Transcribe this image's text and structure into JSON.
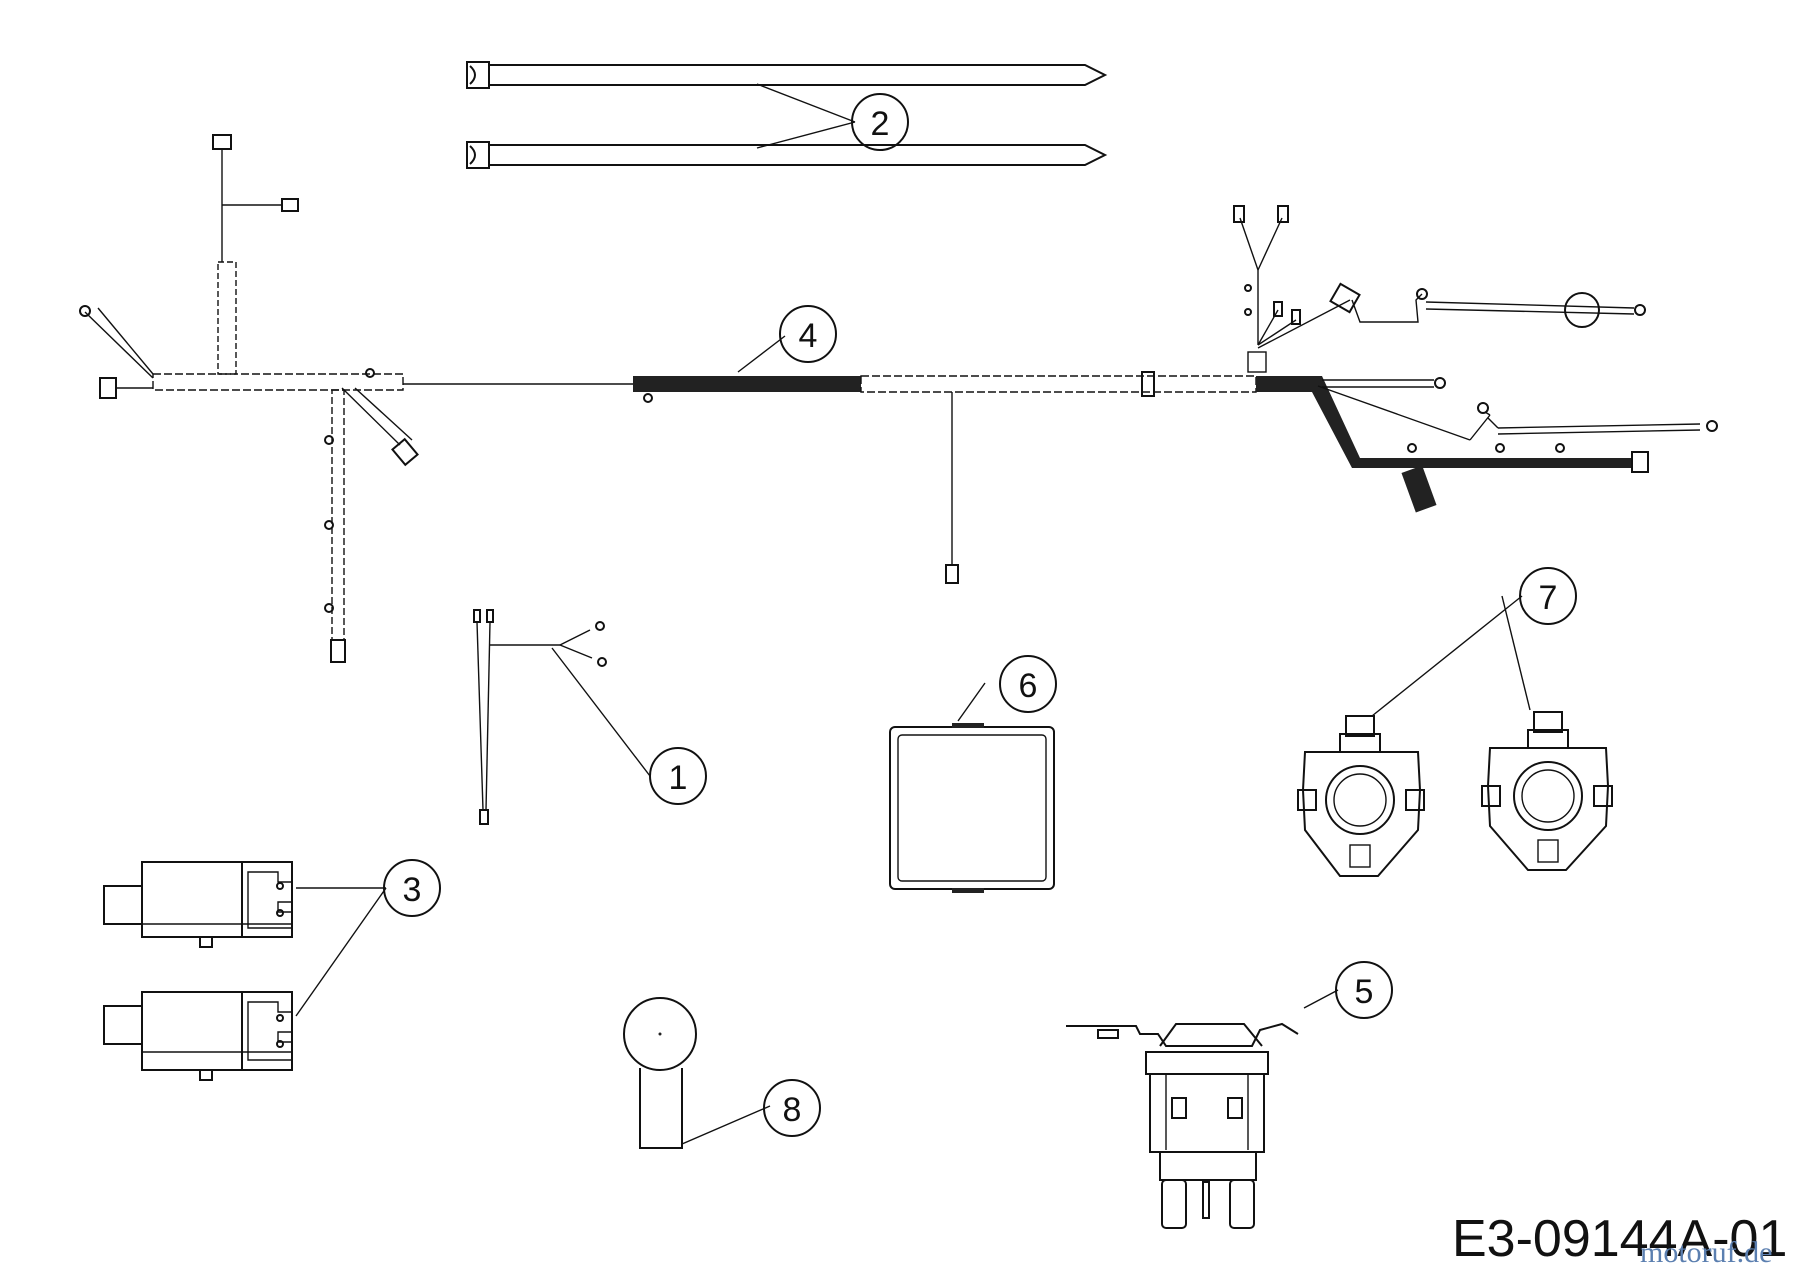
{
  "diagram": {
    "code": "E3-09144A-01",
    "watermark": "motoruf.de",
    "callouts": [
      "1",
      "2",
      "3",
      "4",
      "5",
      "6",
      "7",
      "8"
    ]
  }
}
